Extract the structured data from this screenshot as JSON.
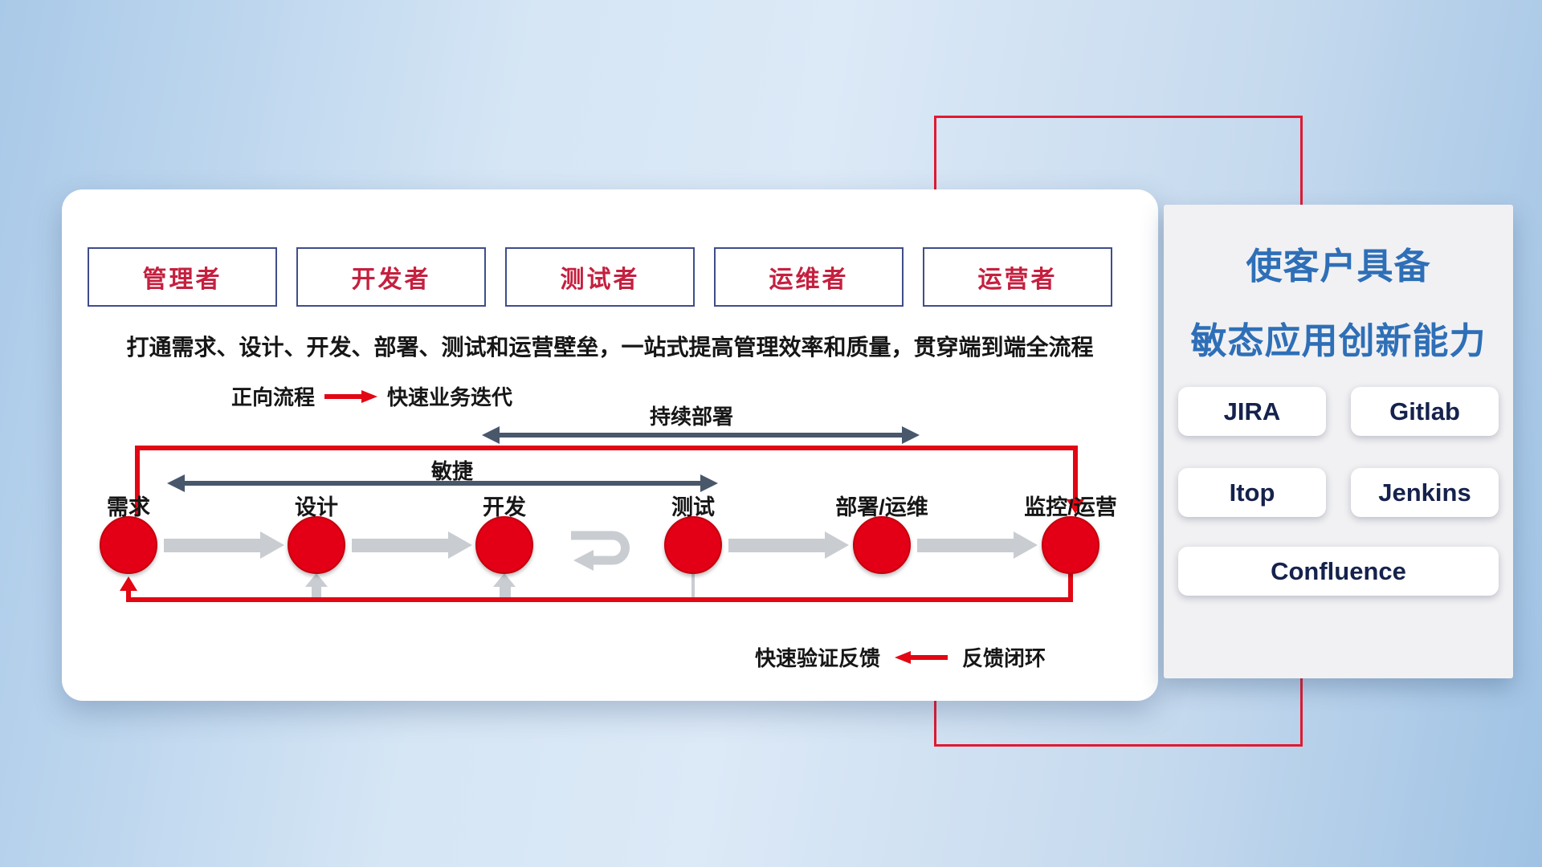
{
  "roles": [
    "管理者",
    "开发者",
    "测试者",
    "运维者",
    "运营者"
  ],
  "description": "打通需求、设计、开发、部署、测试和运营壁垒，一站式提高管理效率和质量，贯穿端到端全流程",
  "forward_legend": {
    "label": "正向流程",
    "value": "快速业务迭代"
  },
  "feedback_legend": {
    "label": "快速验证反馈",
    "value": "反馈闭环"
  },
  "flow_labels": {
    "continuous_deploy": "持续部署",
    "agile": "敏捷"
  },
  "stages": [
    "需求",
    "设计",
    "开发",
    "测试",
    "部署/运维",
    "监控/运营"
  ],
  "side_panel": {
    "title_line1": "使客户具备",
    "title_line2": "敏态应用创新能力",
    "tools": [
      "JIRA",
      "Gitlab",
      "Itop",
      "Jenkins",
      "Confluence"
    ]
  },
  "colors": {
    "accent_red": "#e30613",
    "frame_red": "#e11931",
    "title_blue": "#2e6fb7",
    "role_text_red": "#c5203f",
    "role_border_navy": "#3f4d8a",
    "dark_arrow": "#49576b",
    "gray_arrow": "#c9ccd1",
    "tool_text_navy": "#15224d"
  }
}
